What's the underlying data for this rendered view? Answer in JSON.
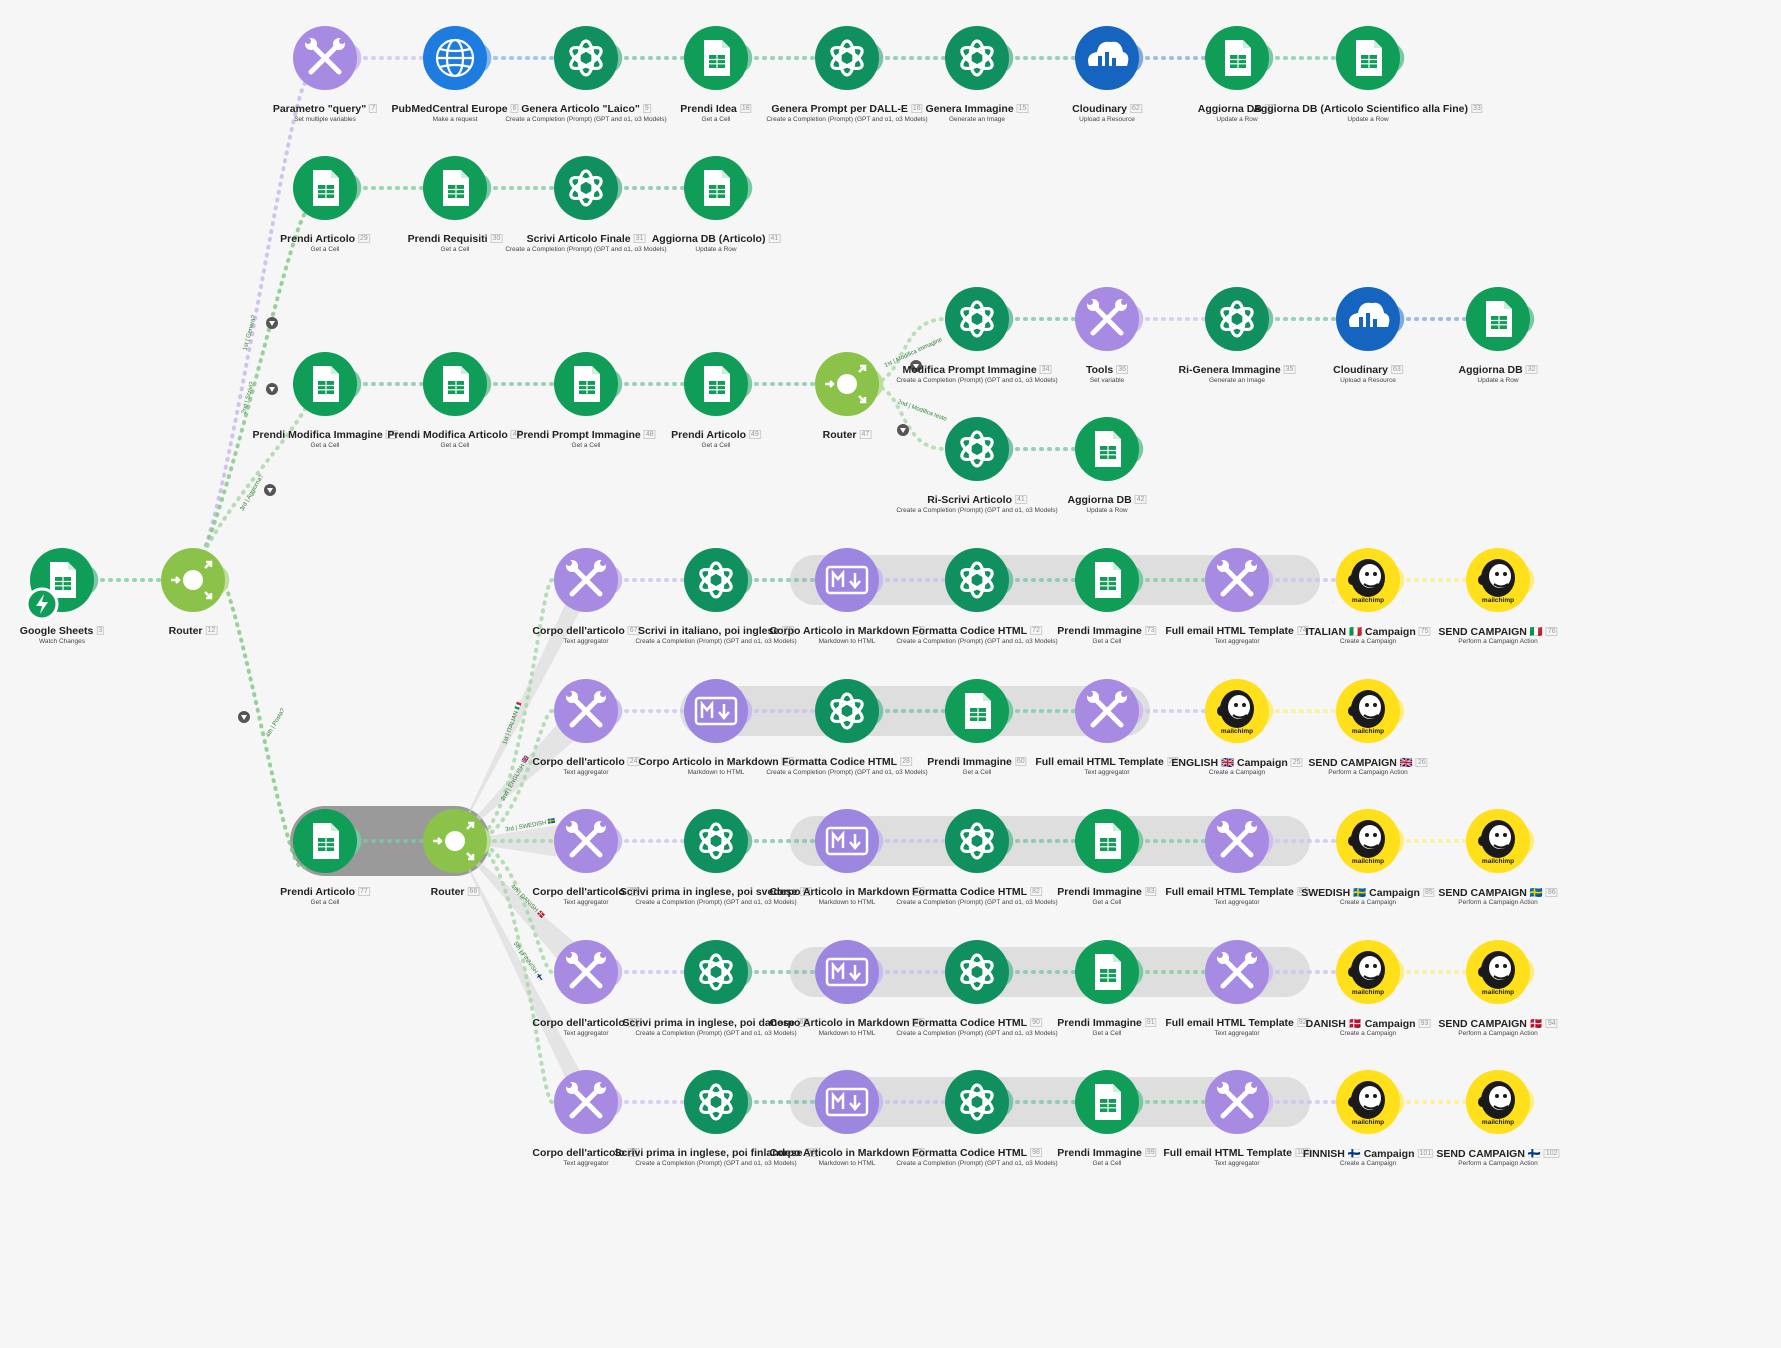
{
  "colors": {
    "sheets": "#0f9d58",
    "openai": "#11905f",
    "tools": "#a78be2",
    "router": "#8bc34a",
    "pubmed": "#1e7be0",
    "cloudinary": "#1565c0",
    "markdown": "#9c86e0",
    "mailchimp": "#ffe01b",
    "background": "#f6f6f6"
  },
  "modules": [
    {
      "key": "m7",
      "icon": "tools-icon",
      "title": "Parametro \"query\"",
      "id": "7",
      "subtitle": "Set multiple variables"
    },
    {
      "key": "m6",
      "icon": "globe-icon",
      "title": "PubMedCentral Europe",
      "id": "6",
      "subtitle": "Make a request"
    },
    {
      "key": "m9",
      "icon": "openai-icon",
      "title": "Genera Articolo \"Laico\"",
      "id": "9",
      "subtitle": "Create a Completion (Prompt) (GPT and o1, o3 Models)"
    },
    {
      "key": "m18",
      "icon": "sheets-icon",
      "title": "Prendi Idea",
      "id": "18",
      "subtitle": "Get a Cell"
    },
    {
      "key": "m16",
      "icon": "openai-icon",
      "title": "Genera Prompt per DALL-E",
      "id": "16",
      "subtitle": "Create a Completion (Prompt) (GPT and o1, o3 Models)"
    },
    {
      "key": "m15",
      "icon": "openai-icon",
      "title": "Genera Immagine",
      "id": "15",
      "subtitle": "Generate an Image"
    },
    {
      "key": "m62",
      "icon": "cloudinary-icon",
      "title": "Cloudinary",
      "id": "62",
      "subtitle": "Upload a Resource"
    },
    {
      "key": "m11",
      "icon": "sheets-icon",
      "title": "Aggiorna DB",
      "id": "11",
      "subtitle": "Update a Row"
    },
    {
      "key": "m33",
      "icon": "sheets-icon",
      "title": "Aggiorna DB (Articolo Scientifico alla Fine)",
      "id": "33",
      "subtitle": "Update a Row"
    },
    {
      "key": "m29",
      "icon": "sheets-icon",
      "title": "Prendi Articolo",
      "id": "29",
      "subtitle": "Get a Cell"
    },
    {
      "key": "m30",
      "icon": "sheets-icon",
      "title": "Prendi Requisiti",
      "id": "30",
      "subtitle": "Get a Cell"
    },
    {
      "key": "m31",
      "icon": "openai-icon",
      "title": "Scrivi Articolo Finale",
      "id": "31",
      "subtitle": "Create a Completion (Prompt) (GPT and o1, o3 Models)"
    },
    {
      "key": "m41",
      "icon": "sheets-icon",
      "title": "Aggiorna DB (Articolo)",
      "id": "41",
      "subtitle": "Update a Row"
    },
    {
      "key": "m46",
      "icon": "sheets-icon",
      "title": "Prendi Modifica Immagine",
      "id": "46",
      "subtitle": "Get a Cell"
    },
    {
      "key": "m43",
      "icon": "sheets-icon",
      "title": "Prendi Modifica Articolo",
      "id": "43",
      "subtitle": "Get a Cell"
    },
    {
      "key": "m48",
      "icon": "sheets-icon",
      "title": "Prendi Prompt Immagine",
      "id": "48",
      "subtitle": "Get a Cell"
    },
    {
      "key": "m49",
      "icon": "sheets-icon",
      "title": "Prendi Articolo",
      "id": "49",
      "subtitle": "Get a Cell"
    },
    {
      "key": "m47",
      "icon": "router-icon",
      "title": "Router",
      "id": "47",
      "subtitle": ""
    },
    {
      "key": "m34",
      "icon": "openai-icon",
      "title": "Modifica Prompt Immagine",
      "id": "34",
      "subtitle": "Create a Completion (Prompt) (GPT and o1, o3 Models)"
    },
    {
      "key": "m36",
      "icon": "tools-icon",
      "title": "Tools",
      "id": "36",
      "subtitle": "Set variable"
    },
    {
      "key": "m35",
      "icon": "openai-icon",
      "title": "Ri-Genera Immagine",
      "id": "35",
      "subtitle": "Generate an Image"
    },
    {
      "key": "m63",
      "icon": "cloudinary-icon",
      "title": "Cloudinary",
      "id": "63",
      "subtitle": "Upload a Resource"
    },
    {
      "key": "m32",
      "icon": "sheets-icon",
      "title": "Aggiorna DB",
      "id": "32",
      "subtitle": "Update a Row"
    },
    {
      "key": "m41b",
      "icon": "openai-icon",
      "title": "Ri-Scrivi Articolo",
      "id": "41",
      "subtitle": "Create a Completion (Prompt) (GPT and o1, o3 Models)"
    },
    {
      "key": "m42",
      "icon": "sheets-icon",
      "title": "Aggiorna DB",
      "id": "42",
      "subtitle": "Update a Row"
    },
    {
      "key": "m3",
      "icon": "sheets-icon",
      "title": "Google Sheets",
      "id": "3",
      "subtitle": "Watch Changes"
    },
    {
      "key": "m12",
      "icon": "router-icon",
      "title": "Router",
      "id": "12",
      "subtitle": ""
    },
    {
      "key": "m67",
      "icon": "tools-icon",
      "title": "Corpo dell'articolo",
      "id": "67",
      "subtitle": "Text aggregator"
    },
    {
      "key": "m70",
      "icon": "openai-icon",
      "title": "Scrivi in italiano, poi inglese",
      "id": "70",
      "subtitle": "Create a Completion (Prompt) (GPT and o1, o3 Models)"
    },
    {
      "key": "m71",
      "icon": "markdown-icon",
      "title": "Corpo Articolo in Markdown",
      "id": "71",
      "subtitle": "Markdown to HTML"
    },
    {
      "key": "m72",
      "icon": "openai-icon",
      "title": "Formatta Codice HTML",
      "id": "72",
      "subtitle": "Create a Completion (Prompt) (GPT and o1, o3 Models)"
    },
    {
      "key": "m73",
      "icon": "sheets-icon",
      "title": "Prendi Immagine",
      "id": "73",
      "subtitle": "Get a Cell"
    },
    {
      "key": "m74",
      "icon": "tools-icon",
      "title": "Full email HTML Template",
      "id": "74",
      "subtitle": "Text aggregator"
    },
    {
      "key": "m75",
      "icon": "mailchimp-icon",
      "title": "ITALIAN 🇮🇹 Campaign",
      "id": "75",
      "subtitle": "Create a Campaign"
    },
    {
      "key": "m76",
      "icon": "mailchimp-icon",
      "title": "SEND CAMPAIGN 🇮🇹",
      "id": "76",
      "subtitle": "Perform a Campaign Action"
    },
    {
      "key": "m24",
      "icon": "tools-icon",
      "title": "Corpo dell'articolo",
      "id": "24",
      "subtitle": "Text aggregator"
    },
    {
      "key": "m21",
      "icon": "markdown-icon",
      "title": "Corpo Articolo in Markdown",
      "id": "21",
      "subtitle": "Markdown to HTML"
    },
    {
      "key": "m28",
      "icon": "openai-icon",
      "title": "Formatta Codice HTML",
      "id": "28",
      "subtitle": "Create a Completion (Prompt) (GPT and o1, o3 Models)"
    },
    {
      "key": "m60",
      "icon": "sheets-icon",
      "title": "Prendi Immagine",
      "id": "60",
      "subtitle": "Get a Cell"
    },
    {
      "key": "m27",
      "icon": "tools-icon",
      "title": "Full email HTML Template",
      "id": "27",
      "subtitle": "Text aggregator"
    },
    {
      "key": "m25",
      "icon": "mailchimp-icon",
      "title": "ENGLISH 🇬🇧 Campaign",
      "id": "25",
      "subtitle": "Create a Campaign"
    },
    {
      "key": "m26",
      "icon": "mailchimp-icon",
      "title": "SEND CAMPAIGN 🇬🇧",
      "id": "26",
      "subtitle": "Perform a Campaign Action"
    },
    {
      "key": "m77",
      "icon": "sheets-icon",
      "title": "Prendi Articolo",
      "id": "77",
      "subtitle": "Get a Cell"
    },
    {
      "key": "m66",
      "icon": "router-icon",
      "title": "Router",
      "id": "66",
      "subtitle": ""
    },
    {
      "key": "m79",
      "icon": "tools-icon",
      "title": "Corpo dell'articolo",
      "id": "79",
      "subtitle": "Text aggregator"
    },
    {
      "key": "m80",
      "icon": "openai-icon",
      "title": "Scrivi prima in inglese, poi svedese",
      "id": "80",
      "subtitle": "Create a Completion (Prompt) (GPT and o1, o3 Models)"
    },
    {
      "key": "m81",
      "icon": "markdown-icon",
      "title": "Corpo Articolo in Markdown",
      "id": "81",
      "subtitle": "Markdown to HTML"
    },
    {
      "key": "m82",
      "icon": "openai-icon",
      "title": "Formatta Codice HTML",
      "id": "82",
      "subtitle": "Create a Completion (Prompt) (GPT and o1, o3 Models)"
    },
    {
      "key": "m83",
      "icon": "sheets-icon",
      "title": "Prendi Immagine",
      "id": "83",
      "subtitle": "Get a Cell"
    },
    {
      "key": "m84",
      "icon": "tools-icon",
      "title": "Full email HTML Template",
      "id": "84",
      "subtitle": "Text aggregator"
    },
    {
      "key": "m85",
      "icon": "mailchimp-icon",
      "title": "SWEDISH 🇸🇪 Campaign",
      "id": "85",
      "subtitle": "Create a Campaign"
    },
    {
      "key": "m86",
      "icon": "mailchimp-icon",
      "title": "SEND CAMPAIGN 🇸🇪",
      "id": "86",
      "subtitle": "Perform a Campaign Action"
    },
    {
      "key": "m87",
      "icon": "tools-icon",
      "title": "Corpo dell'articolo",
      "id": "87",
      "subtitle": "Text aggregator"
    },
    {
      "key": "m88",
      "icon": "openai-icon",
      "title": "Scrivi prima in inglese, poi danese",
      "id": "88",
      "subtitle": "Create a Completion (Prompt) (GPT and o1, o3 Models)"
    },
    {
      "key": "m89",
      "icon": "markdown-icon",
      "title": "Corpo Articolo in Markdown",
      "id": "89",
      "subtitle": "Markdown to HTML"
    },
    {
      "key": "m90",
      "icon": "openai-icon",
      "title": "Formatta Codice HTML",
      "id": "90",
      "subtitle": "Create a Completion (Prompt) (GPT and o1, o3 Models)"
    },
    {
      "key": "m91",
      "icon": "sheets-icon",
      "title": "Prendi Immagine",
      "id": "91",
      "subtitle": "Get a Cell"
    },
    {
      "key": "m92",
      "icon": "tools-icon",
      "title": "Full email HTML Template",
      "id": "92",
      "subtitle": "Text aggregator"
    },
    {
      "key": "m93",
      "icon": "mailchimp-icon",
      "title": "DANISH 🇩🇰 Campaign",
      "id": "93",
      "subtitle": "Create a Campaign"
    },
    {
      "key": "m94",
      "icon": "mailchimp-icon",
      "title": "SEND CAMPAIGN 🇩🇰",
      "id": "94",
      "subtitle": "Perform a Campaign Action"
    },
    {
      "key": "m95",
      "icon": "tools-icon",
      "title": "Corpo dell'articolo",
      "id": "95",
      "subtitle": "Text aggregator"
    },
    {
      "key": "m96",
      "icon": "openai-icon",
      "title": "Scrivi prima in inglese, poi finlandese",
      "id": "96",
      "subtitle": "Create a Completion (Prompt) (GPT and o1, o3 Models)"
    },
    {
      "key": "m97",
      "icon": "markdown-icon",
      "title": "Corpo Articolo in Markdown",
      "id": "97",
      "subtitle": "Markdown to HTML"
    },
    {
      "key": "m98",
      "icon": "openai-icon",
      "title": "Formatta Codice HTML",
      "id": "98",
      "subtitle": "Create a Completion (Prompt) (GPT and o1, o3 Models)"
    },
    {
      "key": "m99",
      "icon": "sheets-icon",
      "title": "Prendi Immagine",
      "id": "99",
      "subtitle": "Get a Cell"
    },
    {
      "key": "m100",
      "icon": "tools-icon",
      "title": "Full email HTML Template",
      "id": "100",
      "subtitle": "Text aggregator"
    },
    {
      "key": "m101",
      "icon": "mailchimp-icon",
      "title": "FINNISH 🇫🇮 Campaign",
      "id": "101",
      "subtitle": "Create a Campaign"
    },
    {
      "key": "m102",
      "icon": "mailchimp-icon",
      "title": "SEND CAMPAIGN 🇫🇮",
      "id": "102",
      "subtitle": "Perform a Campaign Action"
    }
  ],
  "route_labels": [
    {
      "key": "r1",
      "text": "1st | Genera?"
    },
    {
      "key": "r2",
      "text": "2nd | Scrivi?"
    },
    {
      "key": "r3",
      "text": "3rd | Aggiorna?"
    },
    {
      "key": "r4",
      "text": "4th | Posta?"
    },
    {
      "key": "r5",
      "text": "1st | Modifica immagine"
    },
    {
      "key": "r6",
      "text": "2nd | Modifica testo"
    },
    {
      "key": "r7",
      "text": "1st | ITALIAN 🇮🇹"
    },
    {
      "key": "r8",
      "text": "2nd | ENGLISH 🇬🇧"
    },
    {
      "key": "r9",
      "text": "3rd | SWEDISH 🇸🇪"
    },
    {
      "key": "r10",
      "text": "4th | DANISH 🇩🇰"
    },
    {
      "key": "r11",
      "text": "5th | FINNISH 🇫🇮"
    }
  ],
  "mailchimp_label": "mailchimp"
}
